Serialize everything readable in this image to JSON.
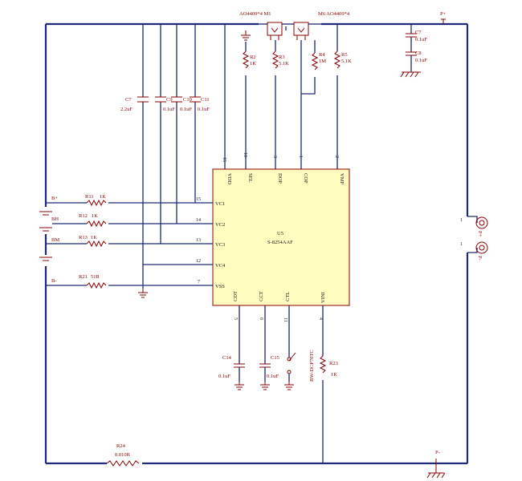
{
  "ic": {
    "ref": "U5",
    "part": "S-8254AAF",
    "top_pins": [
      {
        "name": "VDD",
        "num": "16"
      },
      {
        "name": "SEL",
        "num": "10"
      },
      {
        "name": "DOP",
        "num": "3"
      },
      {
        "name": "COP",
        "num": "1"
      },
      {
        "name": "VMP",
        "num": "2"
      }
    ],
    "left_pins": [
      {
        "name": "VC1",
        "num": "15"
      },
      {
        "name": "VC2",
        "num": "14"
      },
      {
        "name": "VC3",
        "num": "13"
      },
      {
        "name": "VC4",
        "num": "12"
      },
      {
        "name": "VSS",
        "num": "7"
      }
    ],
    "bottom_pins": [
      {
        "name": "CDT",
        "num": "5"
      },
      {
        "name": "CCT",
        "num": "6"
      },
      {
        "name": "CTL",
        "num": "11"
      },
      {
        "name": "VINI",
        "num": "4"
      }
    ]
  },
  "mosfets": {
    "m1": "AO4409*4  M1",
    "m6": "M6  AO4409*4"
  },
  "capacitors": [
    {
      "ref": "C7",
      "value": "2.2uF"
    },
    {
      "ref": "C9",
      "value": "0.1uF"
    },
    {
      "ref": "C10",
      "value": "0.1uF"
    },
    {
      "ref": "C11",
      "value": "0.1uF"
    },
    {
      "ref": "C7",
      "value": "0.1uF"
    },
    {
      "ref": "C8",
      "value": "0.1uF"
    },
    {
      "ref": "C14",
      "value": "0.1uF"
    },
    {
      "ref": "C15",
      "value": "0.1uF"
    }
  ],
  "resistors": [
    {
      "ref": "R2",
      "value": "1K"
    },
    {
      "ref": "R3",
      "value": "5.1K"
    },
    {
      "ref": "R4",
      "value": "1M"
    },
    {
      "ref": "R5",
      "value": "5.1K"
    },
    {
      "ref": "R11",
      "value": "1K"
    },
    {
      "ref": "R12",
      "value": "1K"
    },
    {
      "ref": "R13",
      "value": "1K"
    },
    {
      "ref": "R21",
      "value": "51R"
    },
    {
      "ref": "R23",
      "value": "1K"
    },
    {
      "ref": "R24",
      "value": "0.010R"
    }
  ],
  "battery_labels": {
    "bplus": "B+",
    "bh": "BH",
    "bm": "BM",
    "bminus": "B-"
  },
  "ports": {
    "p_plus": "P+",
    "p_minus": "P-",
    "pin1a": "1",
    "pin1b": "1",
    "pos_label": "P+",
    "neg_label": "P-"
  },
  "switch": {
    "label": "BW-DCP70TC"
  }
}
